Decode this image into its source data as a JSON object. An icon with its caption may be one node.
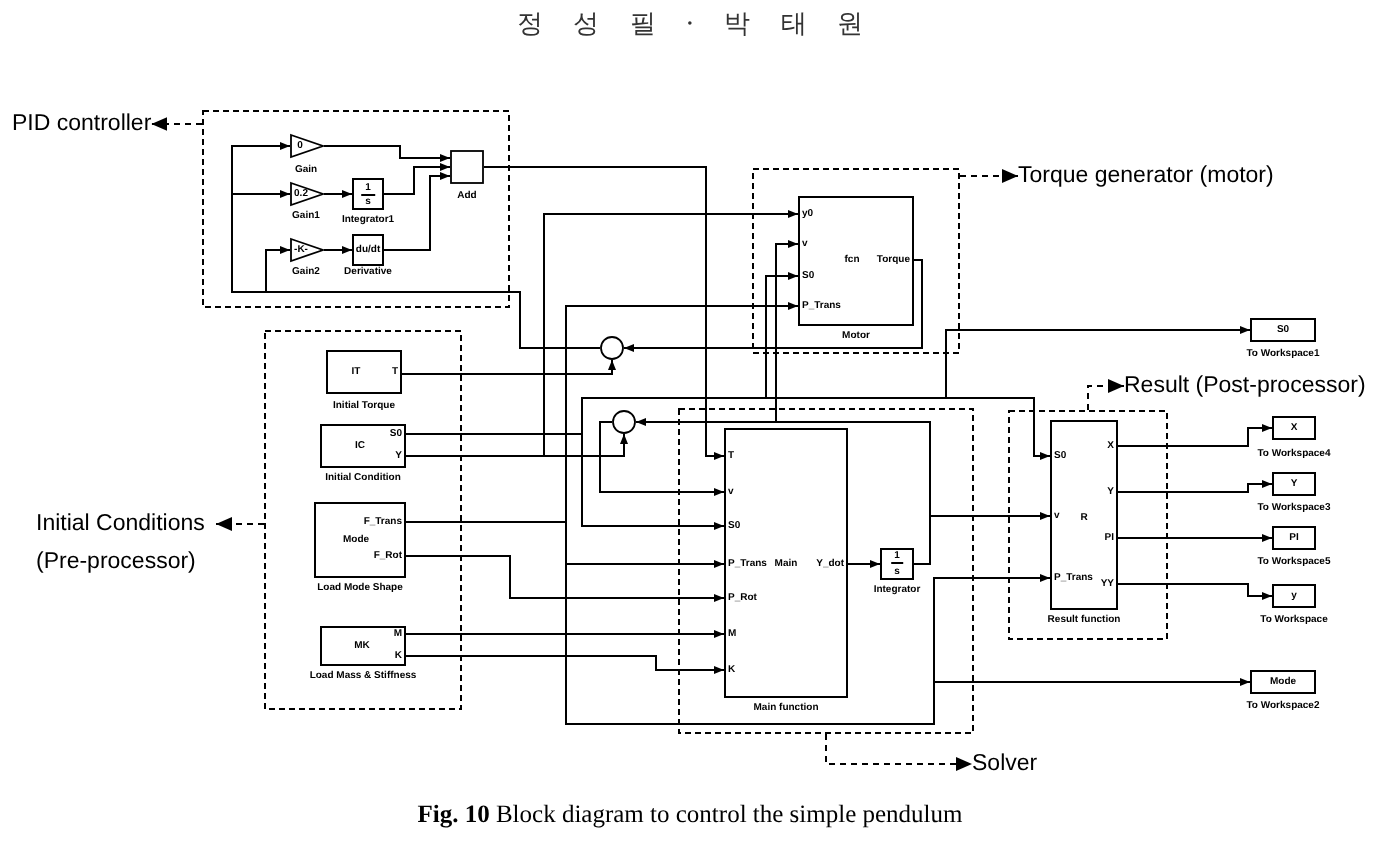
{
  "diagram": {
    "caption": "**Fig. 10** Block diagram to control the simple pendulum",
    "nodes": [
      {
        "text": [
          "PID controller"
        ]
      },
      {
        "text": [],
        "shape": "box"
      },
      {
        "text": [
          "0"
        ],
        "in": 1,
        "beside": [
          "Gain"
        ]
      },
      {
        "text": [
          "0.2"
        ],
        "in": 1,
        "beside": [
          "Gain1"
        ]
      },
      {
        "text": [
          "1",
          "s"
        ],
        "in": 1,
        "beside": [
          "Integrator1"
        ]
      },
      {
        "text": [
          "-K-"
        ],
        "in": 1,
        "beside": [
          "Gain2"
        ]
      },
      {
        "text": [
          "du/dt"
        ],
        "in": 1,
        "beside": [
          "Derivative"
        ]
      },
      {
        "text": [],
        "shape": "box",
        "in": 1,
        "beside": [
          "Add"
        ]
      },
      {
        "text": [
          "Torque generator (motor)"
        ]
      },
      {
        "text": [],
        "shape": "box"
      },
      {
        "text": [
          "y0",
          "v",
          "S0",
          "P_Trans",
          "fcn",
          "Torque"
        ],
        "in": 9,
        "beside": [
          "Motor"
        ]
      },
      {
        "text": [
          "S0"
        ],
        "beside": [
          "To Workspace1"
        ]
      },
      {
        "text": [],
        "shape": "circle"
      },
      {
        "text": [
          "Result (Post-processor)"
        ]
      },
      {
        "text": [],
        "shape": "box"
      },
      {
        "text": [
          "IT",
          "T"
        ],
        "in": 14,
        "beside": [
          "Initial Torque"
        ]
      },
      {
        "text": [
          "IC",
          "S0",
          "Y"
        ],
        "in": 14,
        "beside": [
          "Initial Condition"
        ]
      },
      {
        "text": [
          "F_Trans",
          "Mode",
          "F_Rot"
        ],
        "in": 14,
        "beside": [
          "Load Mode Shape"
        ]
      },
      {
        "text": [
          "MK",
          "M",
          "K"
        ],
        "in": 14,
        "beside": [
          "Load Mass & Stiffness"
        ]
      },
      {
        "text": [
          "Initial Conditions (Pre-processor)"
        ]
      },
      {
        "text": [],
        "shape": "circle"
      },
      {
        "text": [],
        "shape": "box"
      },
      {
        "text": [
          "T",
          "v",
          "S0",
          "P_Trans",
          "P_Rot",
          "M",
          "K",
          "Main",
          "Y_dot"
        ],
        "in": 21,
        "beside": [
          "Main function"
        ]
      },
      {
        "text": [
          "1",
          "s"
        ],
        "in": 21,
        "beside": [
          "Integrator"
        ]
      },
      {
        "text": [],
        "shape": "box"
      },
      {
        "text": [
          "S0",
          "v",
          "P_Trans",
          "R",
          "X",
          "Y",
          "PI",
          "YY"
        ],
        "in": 24,
        "beside": [
          "Result function"
        ]
      },
      {
        "text": [
          "X"
        ],
        "beside": [
          "To Workspace4"
        ]
      },
      {
        "text": [
          "Y"
        ],
        "beside": [
          "To Workspace3"
        ]
      },
      {
        "text": [
          "PI"
        ],
        "beside": [
          "To Workspace5"
        ]
      },
      {
        "text": [
          "y"
        ],
        "beside": [
          "To Workspace"
        ]
      },
      {
        "text": [
          "Mode"
        ],
        "beside": [
          "To Workspace2"
        ]
      },
      {
        "text": [
          "Solver"
        ]
      }
    ],
    "edges": [
      {
        "from": 1,
        "to": 0,
        "arrow": "to",
        "style": "dashed"
      },
      {
        "from": 9,
        "to": 8,
        "arrow": "to",
        "style": "dashed"
      },
      {
        "from": 24,
        "to": 13,
        "arrow": "to",
        "style": "dashed"
      },
      {
        "from": 14,
        "to": 19,
        "arrow": "to",
        "style": "dashed"
      },
      {
        "from": 21,
        "to": 31,
        "arrow": "to",
        "style": "dashed"
      },
      {
        "from": 12,
        "to": 2,
        "arrow": "to"
      },
      {
        "from": 12,
        "to": 3,
        "arrow": "to"
      },
      {
        "from": 12,
        "to": 5,
        "arrow": "to"
      },
      {
        "from": 2,
        "to": 7,
        "arrow": "to"
      },
      {
        "from": 3,
        "to": 4,
        "arrow": "to"
      },
      {
        "from": 4,
        "to": 7,
        "arrow": "to"
      },
      {
        "from": 5,
        "to": 6,
        "arrow": "to"
      },
      {
        "from": 6,
        "to": 7,
        "arrow": "to"
      },
      {
        "from": 7,
        "to": 22,
        "arrow": "to"
      },
      {
        "from": 15,
        "to": 12,
        "arrow": "to"
      },
      {
        "from": 10,
        "to": 12,
        "arrow": "to"
      },
      {
        "from": 16,
        "to": 10,
        "arrow": "to"
      },
      {
        "from": 16,
        "to": 20,
        "arrow": "to"
      },
      {
        "from": 16,
        "to": 22,
        "arrow": "to"
      },
      {
        "from": 16,
        "to": 10,
        "arrow": "to"
      },
      {
        "from": 16,
        "to": 25,
        "arrow": "to"
      },
      {
        "from": 16,
        "to": 11,
        "arrow": "to"
      },
      {
        "from": 20,
        "to": 22,
        "arrow": "to"
      },
      {
        "from": 23,
        "to": 20,
        "arrow": "to"
      },
      {
        "from": 23,
        "to": 10,
        "arrow": "to"
      },
      {
        "from": 23,
        "to": 25,
        "arrow": "to"
      },
      {
        "from": 17,
        "to": 22,
        "arrow": "to"
      },
      {
        "from": 17,
        "to": 10,
        "arrow": "to"
      },
      {
        "from": 17,
        "to": 25,
        "arrow": "to"
      },
      {
        "from": 17,
        "to": 30,
        "arrow": "to"
      },
      {
        "from": 17,
        "to": 22,
        "arrow": "to"
      },
      {
        "from": 18,
        "to": 22,
        "arrow": "to"
      },
      {
        "from": 18,
        "to": 22,
        "arrow": "to"
      },
      {
        "from": 22,
        "to": 23,
        "arrow": "to"
      },
      {
        "from": 25,
        "to": 26,
        "arrow": "to"
      },
      {
        "from": 25,
        "to": 27,
        "arrow": "to"
      },
      {
        "from": 25,
        "to": 28,
        "arrow": "to"
      },
      {
        "from": 25,
        "to": 29,
        "arrow": "to"
      }
    ],
    "labels": [
      "정 성 필 · 박 태 원"
    ]
  }
}
